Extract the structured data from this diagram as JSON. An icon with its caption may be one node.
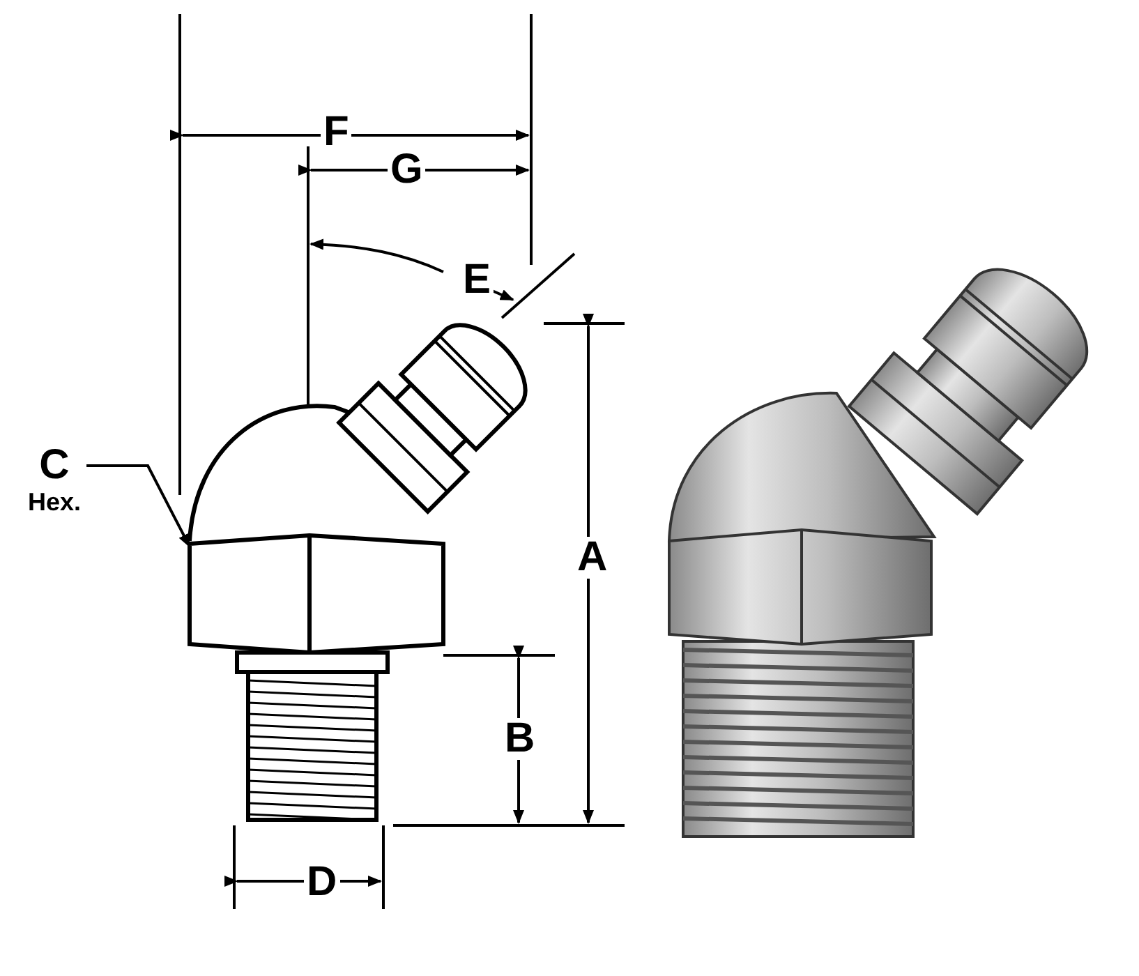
{
  "diagram": {
    "nodes": [
      {
        "text": [
          "C",
          "Hex."
        ]
      },
      {
        "text": [],
        "shape": "picture"
      }
    ],
    "edges": [
      {
        "from": 0,
        "to": 1,
        "arrow": "to"
      }
    ],
    "labels": [
      "F",
      "G",
      "E",
      "A",
      "B",
      "D"
    ]
  }
}
